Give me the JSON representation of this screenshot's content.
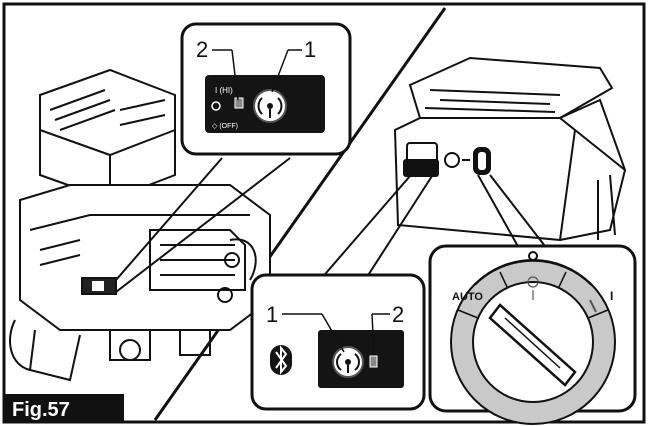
{
  "figure": {
    "label": "Fig.57"
  },
  "callouts": {
    "left": {
      "num_2": "2",
      "num_1": "1"
    },
    "bottom": {
      "num_1": "1",
      "num_2": "2"
    }
  },
  "panel_text": {
    "hi_mark": "I (HI)",
    "off_mark": "◇ (OFF)"
  },
  "dial": {
    "auto_label": "AUTO",
    "on_label": "I"
  },
  "icons": [
    "wireless-button-icon",
    "bluetooth-icon",
    "led-indicator-icon",
    "dial-knob-icon"
  ],
  "colors": {
    "ink": "#111111",
    "panel": "#141414",
    "ring": "#c9c9c9",
    "label_bg": "#111111"
  }
}
